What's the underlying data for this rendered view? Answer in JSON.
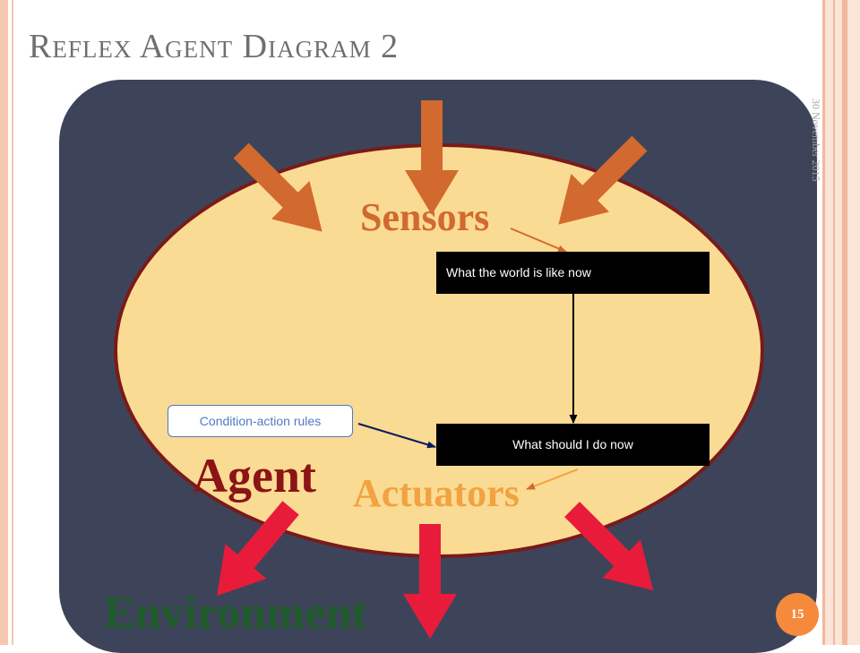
{
  "slide": {
    "title": "Reflex Agent Diagram 2",
    "date": "30 November 2015",
    "page_number": "15"
  },
  "diagram": {
    "environment_label": "Environment",
    "agent_label": "Agent",
    "sensors_label": "Sensors",
    "actuators_label": "Actuators",
    "percept_box": "What the world is like now",
    "action_box": "What should I do now",
    "rules_box": "Condition-action rules"
  },
  "colors": {
    "environment": "#3d4459",
    "agent_fill": "#fadb94",
    "agent_border": "#7a1a1a",
    "sensor_arrows": "#d2692f",
    "actuator_arrows": "#e81c3a"
  }
}
